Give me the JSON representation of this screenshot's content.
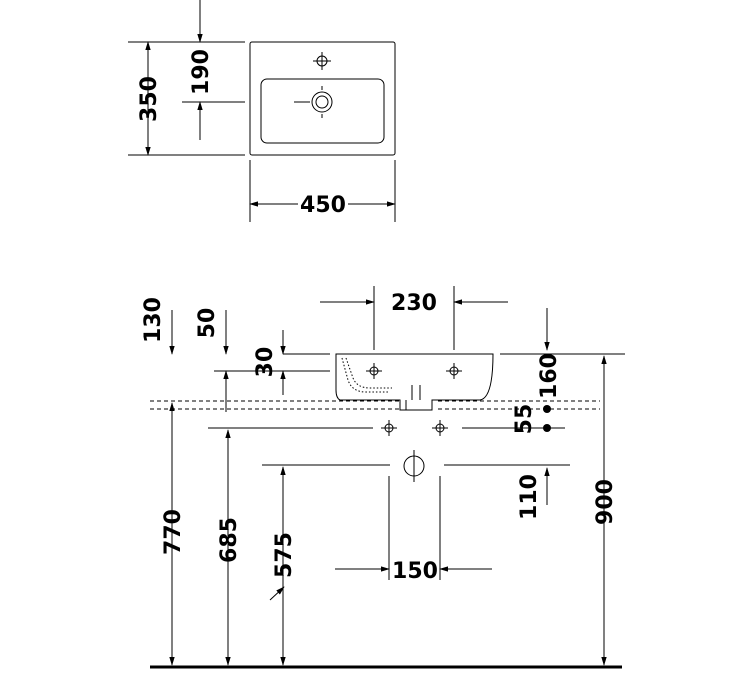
{
  "top_view": {
    "dims": {
      "depth": "350",
      "tap_hole_to_back": "190",
      "width": "450"
    }
  },
  "front_view": {
    "dims": {
      "rim_to_axis_top": "130",
      "rim_to_axis": "50",
      "rim_to_tap": "30",
      "tap_spacing": "230",
      "rim_to_waste": "160",
      "tap_drop": "55",
      "waste_spacing": "110",
      "overall_height": "900",
      "height_770": "770",
      "height_685": "685",
      "height_575": "575",
      "waste_width": "150"
    }
  }
}
